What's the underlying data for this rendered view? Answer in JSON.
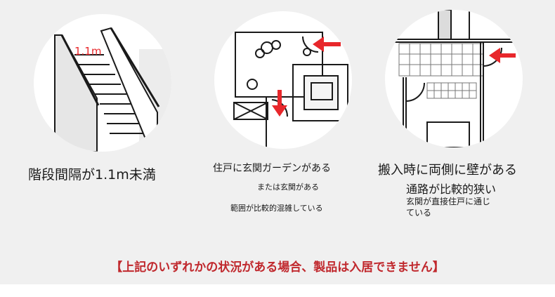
{
  "colors": {
    "background": "#f0f0f0",
    "accent_red": "#e8272b",
    "footer_red": "#c0282d",
    "line": "#1a1a1a"
  },
  "card1": {
    "measure_label": "1.1m",
    "caption": "階段間隔が1.1m未満"
  },
  "card2": {
    "caption": "住戸に玄関ガーデンがある",
    "line2": "または玄関がある",
    "line3": "範囲が比較的混雑している"
  },
  "card3": {
    "caption": "搬入時に両側に壁がある",
    "line2": "通路が比較的狭い",
    "line3": "玄関が直接住戸に通じ",
    "line4": "ている"
  },
  "footer_notice": "【上記のいずれかの状況がある場合、製品は入居できません】"
}
